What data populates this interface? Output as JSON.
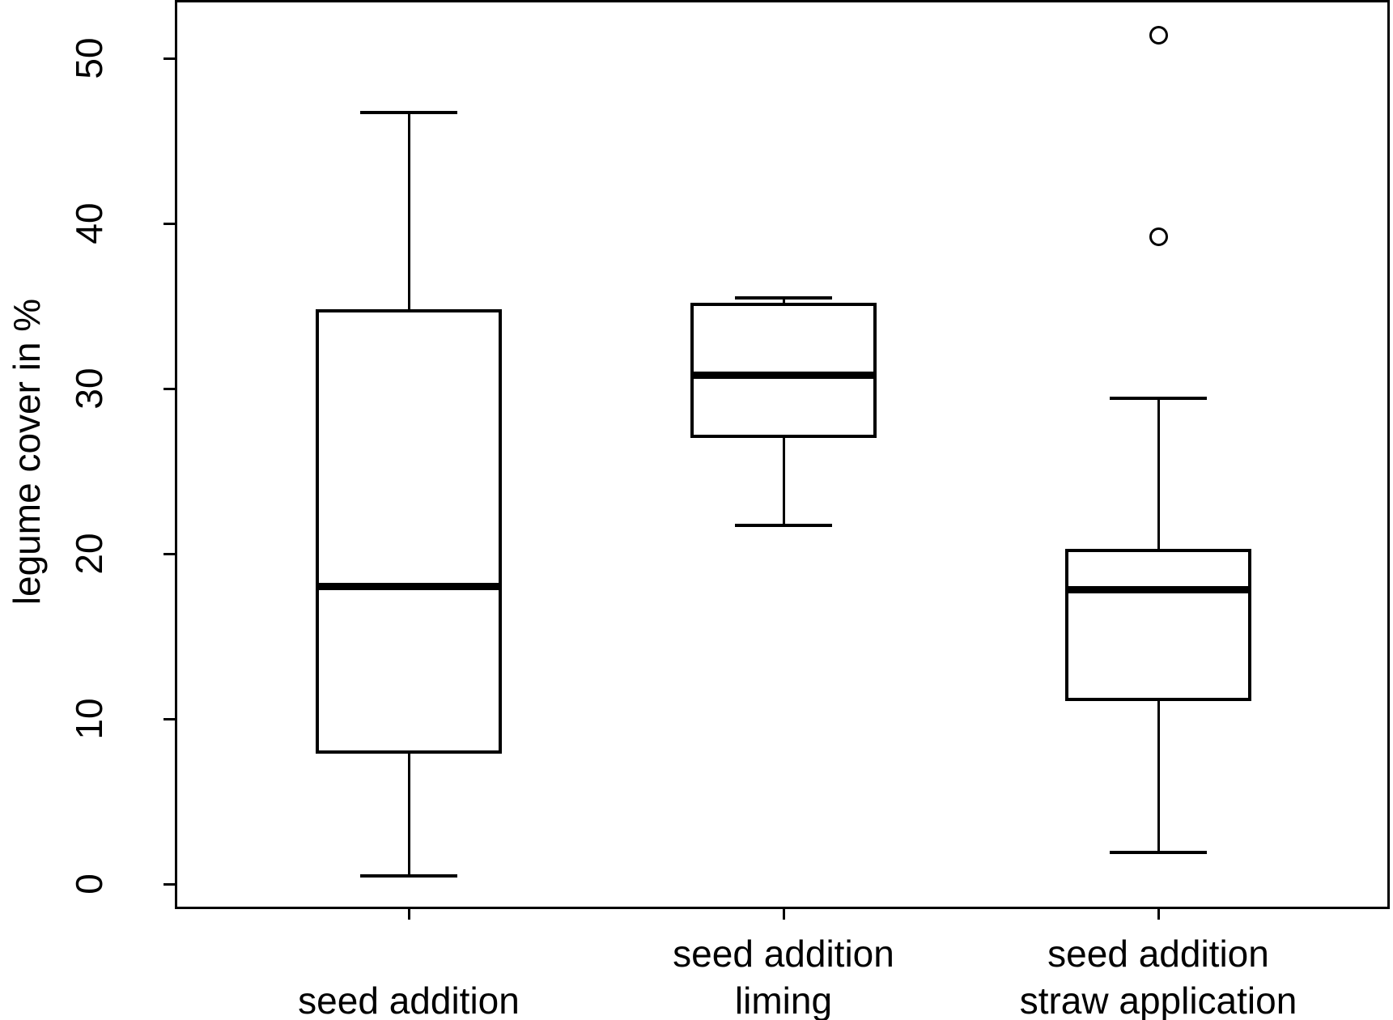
{
  "figure": {
    "background_color": "#ffffff",
    "ink_color": "#000000"
  },
  "y_axis": {
    "title": "legume cover in %",
    "tick_labels": [
      "0",
      "10",
      "20",
      "30",
      "40",
      "50"
    ]
  },
  "chart_data": {
    "type": "boxplot",
    "title": "",
    "xlabel": "",
    "ylabel": "legume cover in %",
    "ylim": [
      0,
      52
    ],
    "yticks": [
      0,
      10,
      20,
      30,
      40,
      50
    ],
    "grid": false,
    "legend": "none",
    "categories": [
      "seed addition",
      "seed addition liming",
      "seed addition straw application"
    ],
    "series": [
      {
        "name": "seed addition",
        "label_lines": [
          "seed addition"
        ],
        "min": 0.5,
        "q1": 7.9,
        "median": 18.0,
        "q3": 34.8,
        "max": 46.7,
        "outliers": []
      },
      {
        "name": "seed addition liming",
        "label_lines": [
          "seed addition",
          "liming"
        ],
        "min": 21.7,
        "q1": 27.0,
        "median": 30.8,
        "q3": 35.2,
        "max": 35.5,
        "outliers": []
      },
      {
        "name": "seed addition straw application",
        "label_lines": [
          "seed addition",
          "straw application"
        ],
        "min": 1.9,
        "q1": 11.1,
        "median": 17.8,
        "q3": 20.3,
        "max": 29.4,
        "outliers": [
          39.2,
          51.4
        ]
      }
    ]
  }
}
